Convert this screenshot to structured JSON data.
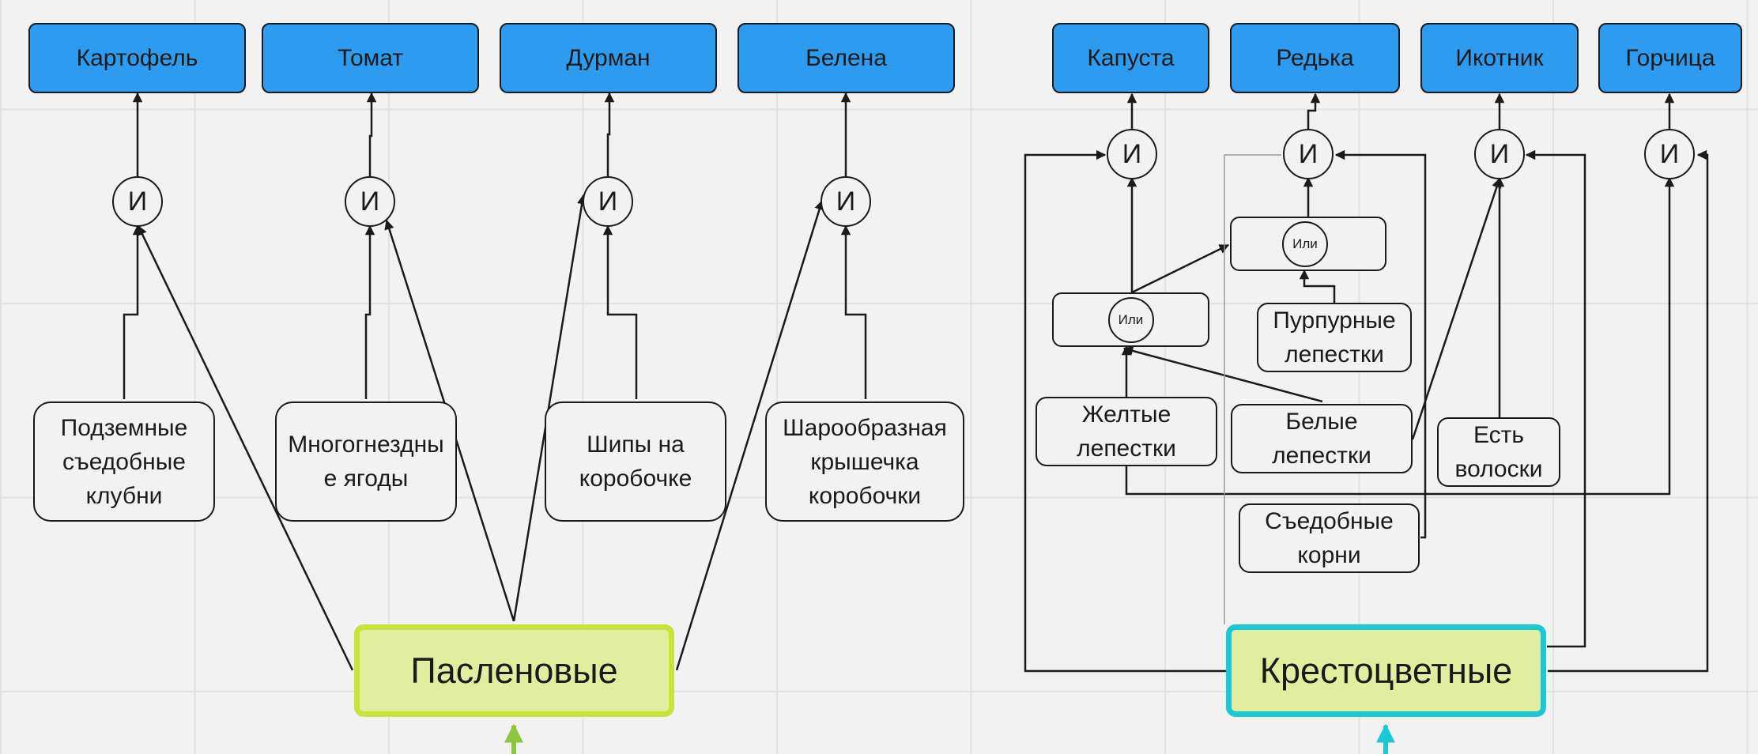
{
  "families": {
    "solanaceae": "Пасленовые",
    "brassicaceae": "Крестоцветные"
  },
  "plants": {
    "potato": "Картофель",
    "tomato": "Томат",
    "datura": "Дурман",
    "henbane": "Белена",
    "cabbage": "Капуста",
    "radish": "Редька",
    "alyssum": "Икотник",
    "mustard": "Горчица"
  },
  "features": {
    "tubers": "Подземные съедобные клубни",
    "berries": "Многогнездные ягоды",
    "spines": "Шипы на коробочке",
    "lid": "Шарообразная крышечка коробочки",
    "yellow": "Желтые лепестки",
    "white": "Белые лепестки",
    "purple": "Пурпурные лепестки",
    "hairs": "Есть волоски",
    "roots": "Съедобные корни"
  },
  "operators": {
    "and": "И",
    "or": "Или"
  },
  "colors": {
    "leaf_fill": "#2d9bf0",
    "family_fill": "#e2ee9f",
    "solanaceae_border": "#c9e33a",
    "brassicaceae_border": "#1cc8d6",
    "solanaceae_arrow": "#8cc63f",
    "brassicaceae_arrow": "#1cc8d6"
  }
}
